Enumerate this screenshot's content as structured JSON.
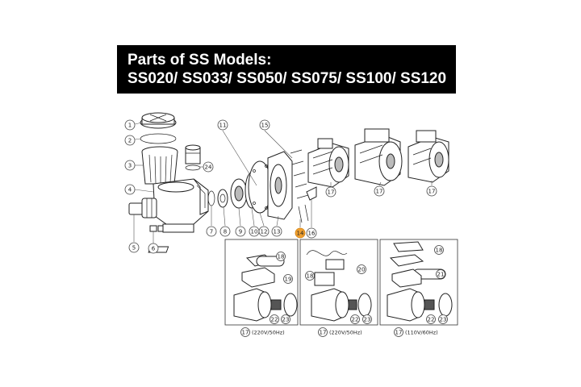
{
  "title": {
    "line1": "Parts of SS Models:",
    "line2": "SS020/ SS033/ SS050/ SS075/ SS100/ SS120"
  },
  "callouts": {
    "c1": "1",
    "c2": "2",
    "c3": "3",
    "c4": "4",
    "c5": "5",
    "c6": "6",
    "c7": "7",
    "c8": "8",
    "c9": "9",
    "c10": "10",
    "c11": "11",
    "c12": "12",
    "c13": "13",
    "c14": "14",
    "c15": "15",
    "c16": "16",
    "c17a": "17",
    "c17b": "17",
    "c17c": "17",
    "p1_18": "18",
    "p1_19": "19",
    "p1_22": "22",
    "p1_23": "23",
    "p2_18": "18",
    "p2_20": "20",
    "p2_22": "22",
    "p2_23": "23",
    "p3_18": "18",
    "p3_21": "21",
    "p3_22": "22",
    "p3_23": "23",
    "s1_17": "17",
    "s2_17": "17",
    "s3_17": "17"
  },
  "variants": {
    "v1": "(220V/50Hz)",
    "v2": "(220V/50Hz)",
    "v3": "(110V/60Hz)"
  },
  "colors": {
    "highlight": "#f0a030",
    "banner": "#000000"
  }
}
